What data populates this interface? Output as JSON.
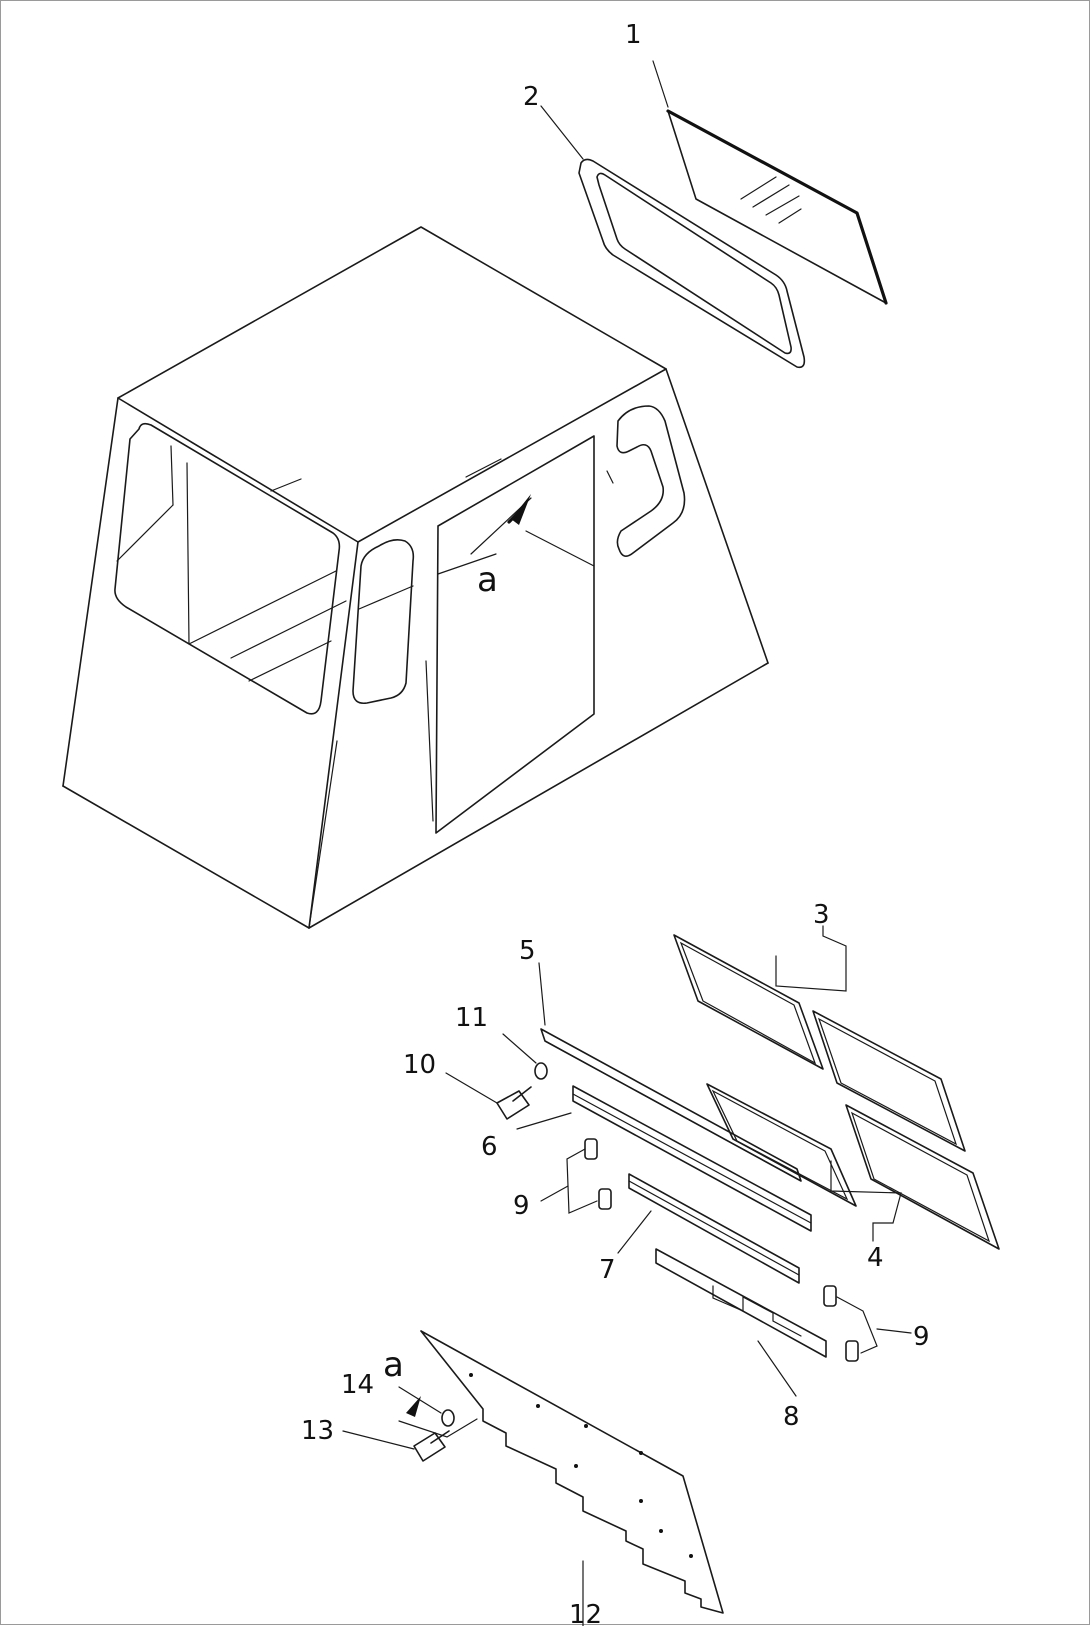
{
  "labels": {
    "l1": "1",
    "l2": "2",
    "l3": "3",
    "l4": "4",
    "l5": "5",
    "l6": "6",
    "l7": "7",
    "l8": "8",
    "l9a": "9",
    "l9b": "9",
    "l10": "10",
    "l11": "11",
    "l12": "12",
    "l13": "13",
    "l14": "14"
  },
  "view_marks": {
    "a_cab": "a",
    "a_panel": "a"
  }
}
